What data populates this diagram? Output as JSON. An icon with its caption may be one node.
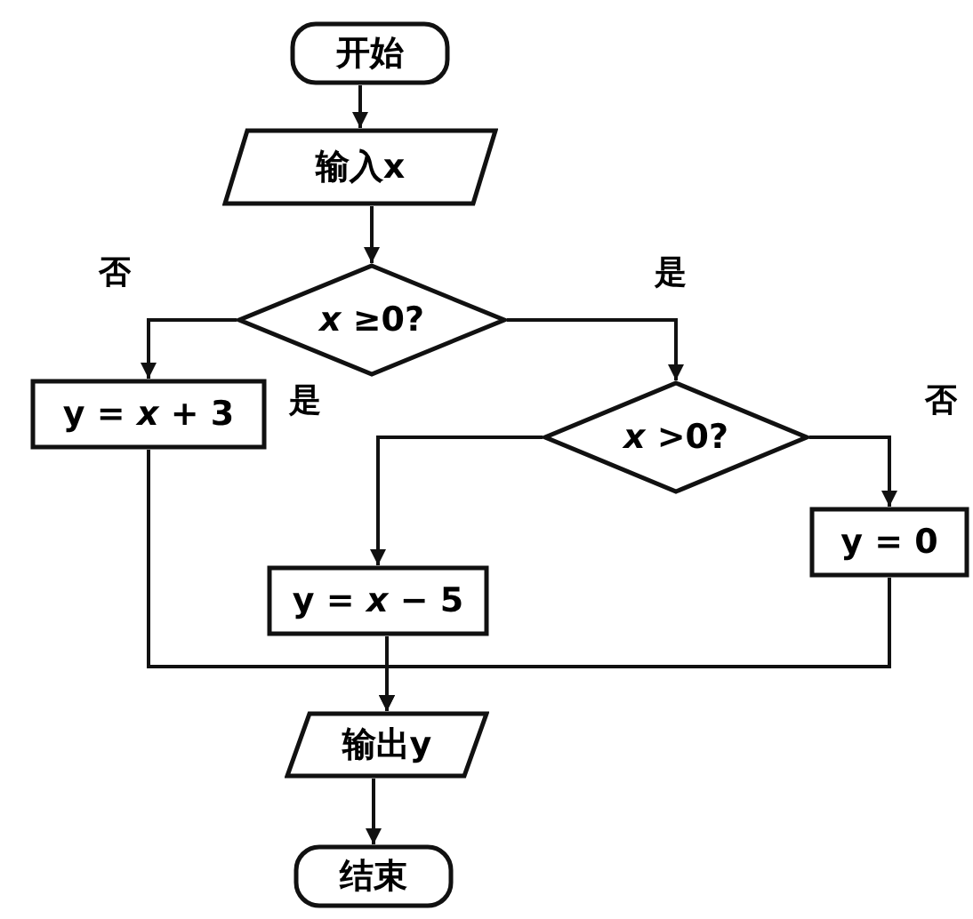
{
  "diagram": {
    "nodes": [
      {
        "text": [
          "开始"
        ]
      },
      {
        "text": [
          "输入x"
        ]
      },
      {
        "text": [
          "*x* ≥0?"
        ]
      },
      {
        "text": [
          "y = *x* + 3"
        ]
      },
      {
        "text": [
          "*x* >0?"
        ]
      },
      {
        "text": [
          "y = *x* − 5"
        ]
      },
      {
        "text": [
          "y = 0"
        ]
      },
      {
        "text": [
          "输出y"
        ]
      },
      {
        "text": [
          "结束"
        ]
      }
    ],
    "edges": [
      {
        "from": 0,
        "to": 1,
        "arrow": "to"
      },
      {
        "from": 1,
        "to": 2,
        "arrow": "to"
      },
      {
        "from": 2,
        "to": 3,
        "arrow": "to",
        "label": "否"
      },
      {
        "from": 2,
        "to": 4,
        "arrow": "to",
        "label": "是"
      },
      {
        "from": 4,
        "to": 5,
        "arrow": "to",
        "label": "是"
      },
      {
        "from": 4,
        "to": 6,
        "arrow": "to",
        "label": "否"
      },
      {
        "from": 3,
        "to": 7,
        "arrow": "to"
      },
      {
        "from": 5,
        "to": 7,
        "arrow": "to"
      },
      {
        "from": 6,
        "to": 7,
        "arrow": "to"
      },
      {
        "from": 7,
        "to": 8,
        "arrow": "to"
      }
    ]
  }
}
